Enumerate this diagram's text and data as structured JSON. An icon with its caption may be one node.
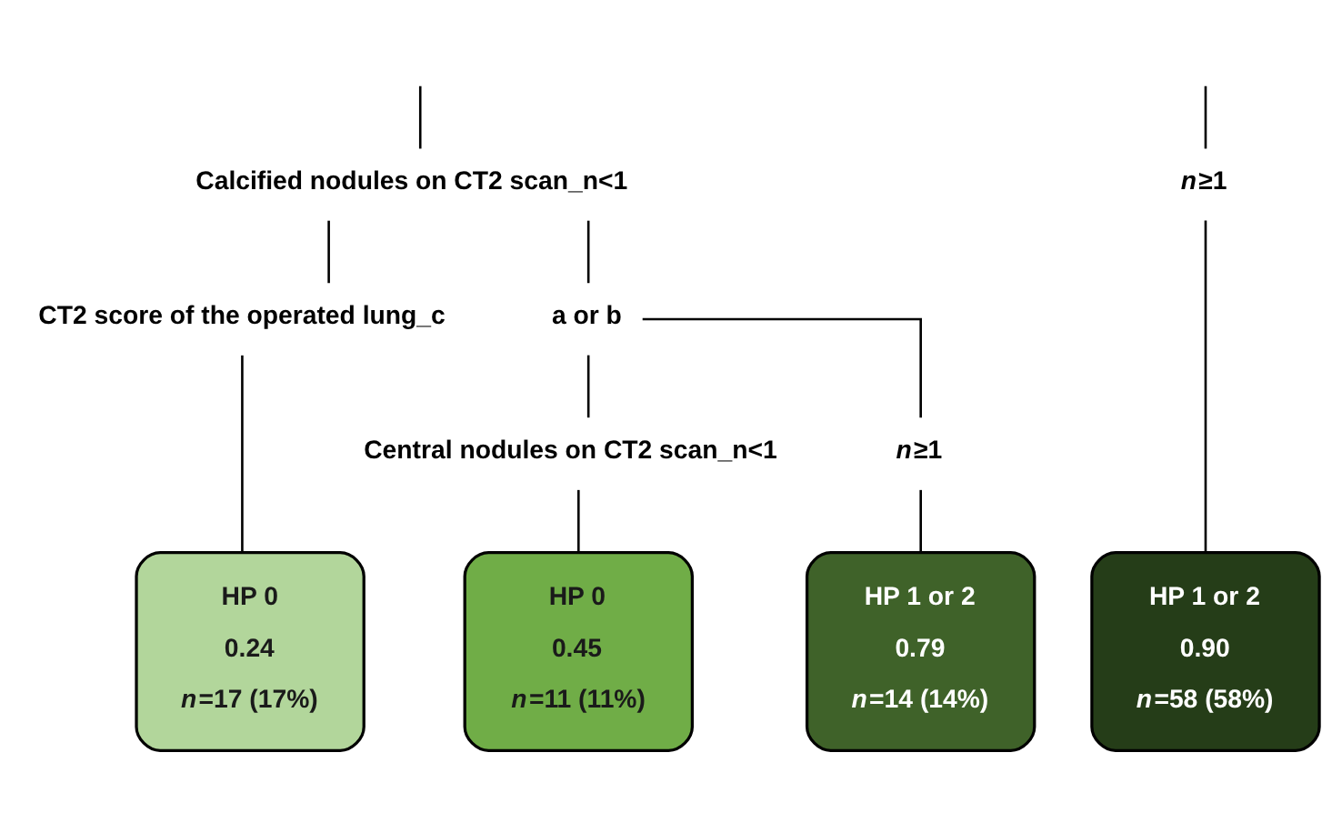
{
  "diagram": {
    "nodes": [
      {
        "text": [
          "Calcified nodules on CT2 scan_n<1"
        ]
      },
      {
        "text": [
          "*n*≥1"
        ]
      },
      {
        "text": [
          "CT2 score of the operated lung_c"
        ]
      },
      {
        "text": [
          "a or b"
        ]
      },
      {
        "text": [
          "Central nodules on CT2 scan_n<1"
        ]
      },
      {
        "text": [
          "*n*≥1"
        ]
      },
      {
        "text": [
          "HP 0",
          "0.24",
          "*n*=17 (17%)"
        ]
      },
      {
        "text": [
          "HP 0",
          "0.45",
          "*n*=11 (11%)"
        ]
      },
      {
        "text": [
          "HP 1 or 2",
          "0.79",
          "*n*=14 (14%)"
        ]
      },
      {
        "text": [
          "HP 1 or 2",
          "0.90",
          "*n*=58 (58%)"
        ]
      }
    ],
    "edges": [
      {
        "from": null,
        "to": 0,
        "arrow": "none"
      },
      {
        "from": null,
        "to": 1,
        "arrow": "none"
      },
      {
        "from": 0,
        "to": 2,
        "arrow": "none"
      },
      {
        "from": 0,
        "to": 3,
        "arrow": "none"
      },
      {
        "from": 3,
        "to": 4,
        "arrow": "none"
      },
      {
        "from": 3,
        "to": 5,
        "arrow": "none"
      },
      {
        "from": 2,
        "to": 6,
        "arrow": "none"
      },
      {
        "from": 4,
        "to": 7,
        "arrow": "none"
      },
      {
        "from": 5,
        "to": 8,
        "arrow": "none"
      },
      {
        "from": 1,
        "to": 9,
        "arrow": "none"
      }
    ]
  }
}
